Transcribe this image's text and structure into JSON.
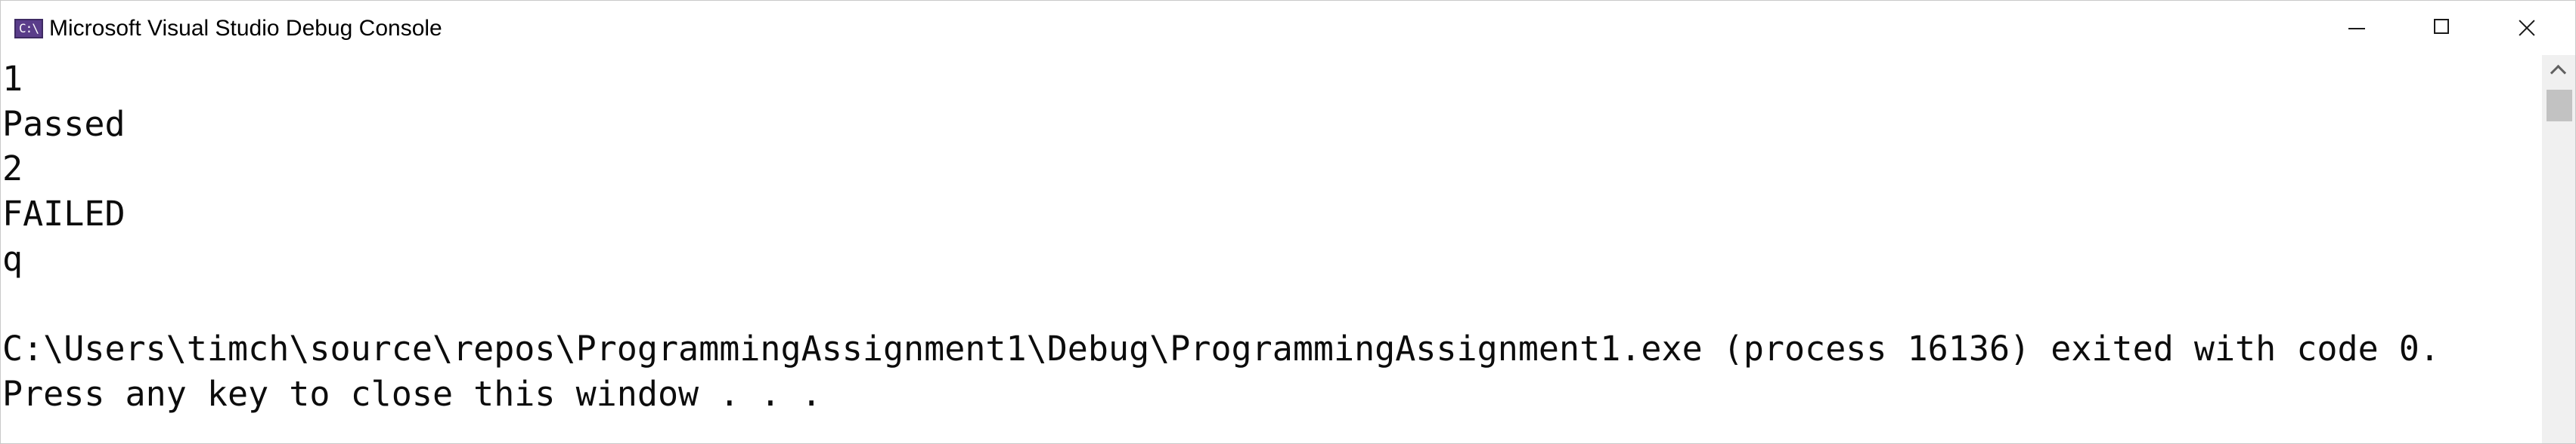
{
  "window": {
    "title": "Microsoft Visual Studio Debug Console",
    "icon_text": "C:\\"
  },
  "caption_buttons": {
    "minimize": "minimize-icon",
    "maximize": "maximize-icon",
    "close": "close-icon"
  },
  "console": {
    "lines": [
      "1",
      "Passed",
      "2",
      "FAILED",
      "q",
      "",
      "C:\\Users\\timch\\source\\repos\\ProgrammingAssignment1\\Debug\\ProgrammingAssignment1.exe (process 16136) exited with code 0.",
      "Press any key to close this window . . ."
    ]
  },
  "colors": {
    "background": "#ffffff",
    "text": "#0c0c0c",
    "scrollbar_track": "#f0f0f0",
    "scrollbar_thumb": "#c2c2c2",
    "icon": "#5a3d8a"
  }
}
